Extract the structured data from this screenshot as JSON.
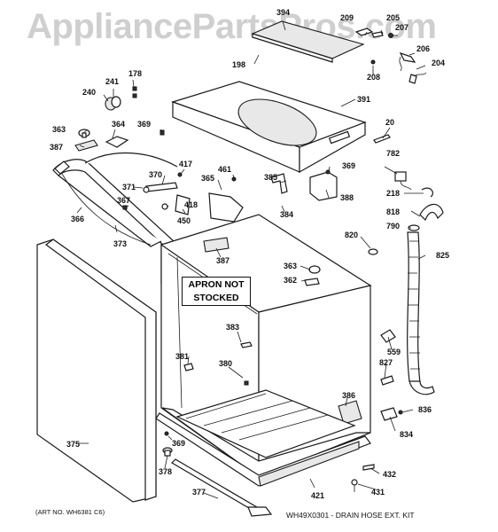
{
  "watermark": "AppliancePartsPros.com",
  "notice": {
    "line1": "APRON NOT",
    "line2": "STOCKED"
  },
  "art_number": "(ART NO. WH6381 C6)",
  "kit_note": "WH49X0301 - DRAIN HOSE EXT. KIT",
  "callouts": [
    {
      "id": "394",
      "label": "394"
    },
    {
      "id": "209",
      "label": "209"
    },
    {
      "id": "205",
      "label": "205"
    },
    {
      "id": "207",
      "label": "207"
    },
    {
      "id": "198",
      "label": "198"
    },
    {
      "id": "206",
      "label": "206"
    },
    {
      "id": "204",
      "label": "204"
    },
    {
      "id": "208",
      "label": "208"
    },
    {
      "id": "178",
      "label": "178"
    },
    {
      "id": "241",
      "label": "241"
    },
    {
      "id": "240",
      "label": "240"
    },
    {
      "id": "391",
      "label": "391"
    },
    {
      "id": "363a",
      "label": "363"
    },
    {
      "id": "364",
      "label": "364"
    },
    {
      "id": "369a",
      "label": "369"
    },
    {
      "id": "20",
      "label": "20"
    },
    {
      "id": "387a",
      "label": "387"
    },
    {
      "id": "782",
      "label": "782"
    },
    {
      "id": "417",
      "label": "417"
    },
    {
      "id": "461",
      "label": "461"
    },
    {
      "id": "369b",
      "label": "369"
    },
    {
      "id": "370",
      "label": "370"
    },
    {
      "id": "365",
      "label": "365"
    },
    {
      "id": "385",
      "label": "385"
    },
    {
      "id": "388",
      "label": "388"
    },
    {
      "id": "218",
      "label": "218"
    },
    {
      "id": "371",
      "label": "371"
    },
    {
      "id": "418",
      "label": "418"
    },
    {
      "id": "367",
      "label": "367"
    },
    {
      "id": "384",
      "label": "384"
    },
    {
      "id": "818",
      "label": "818"
    },
    {
      "id": "366",
      "label": "366"
    },
    {
      "id": "450",
      "label": "450"
    },
    {
      "id": "790",
      "label": "790"
    },
    {
      "id": "373",
      "label": "373"
    },
    {
      "id": "820",
      "label": "820"
    },
    {
      "id": "387b",
      "label": "387"
    },
    {
      "id": "825",
      "label": "825"
    },
    {
      "id": "363b",
      "label": "363"
    },
    {
      "id": "362",
      "label": "362"
    },
    {
      "id": "383",
      "label": "383"
    },
    {
      "id": "559",
      "label": "559"
    },
    {
      "id": "381",
      "label": "381"
    },
    {
      "id": "380",
      "label": "380"
    },
    {
      "id": "827",
      "label": "827"
    },
    {
      "id": "386",
      "label": "386"
    },
    {
      "id": "836",
      "label": "836"
    },
    {
      "id": "375",
      "label": "375"
    },
    {
      "id": "834",
      "label": "834"
    },
    {
      "id": "369c",
      "label": "369"
    },
    {
      "id": "378",
      "label": "378"
    },
    {
      "id": "432",
      "label": "432"
    },
    {
      "id": "421",
      "label": "421"
    },
    {
      "id": "431",
      "label": "431"
    },
    {
      "id": "377",
      "label": "377"
    }
  ]
}
